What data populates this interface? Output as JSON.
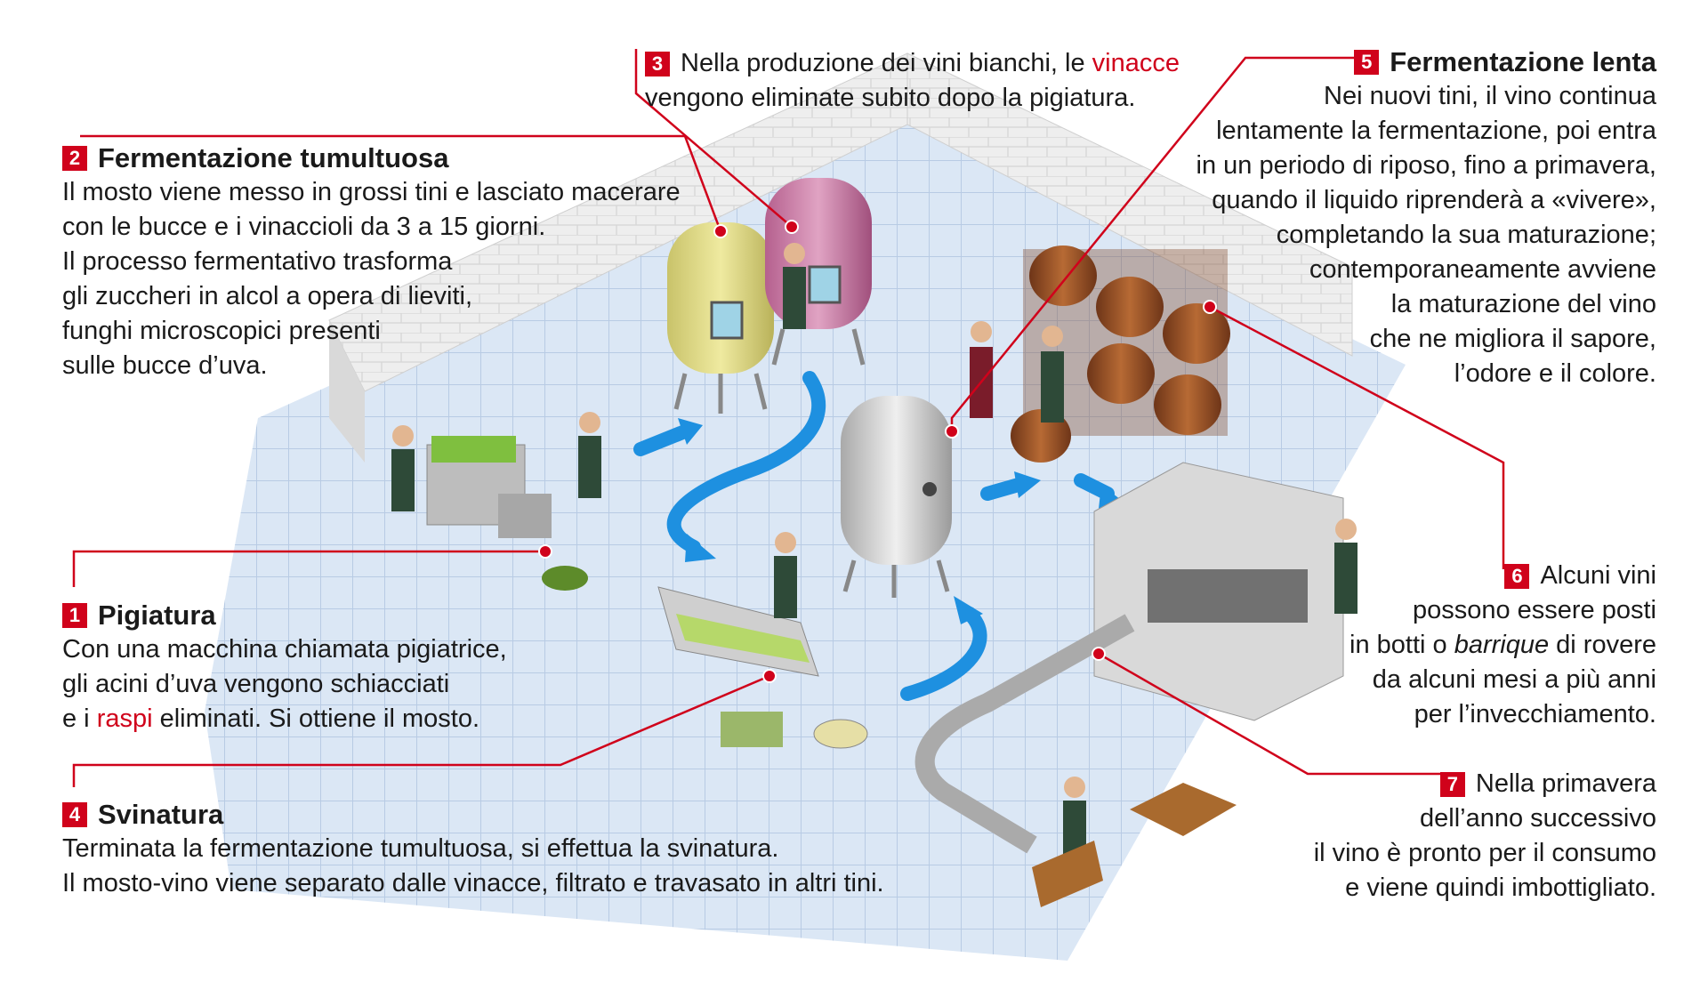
{
  "colors": {
    "accent": "#d0021b",
    "arrow": "#1e90e0",
    "floor": "#dbe7f5",
    "wall": "#ececec"
  },
  "callouts": {
    "c1": {
      "num": "1",
      "title": "Pigiatura",
      "lines": [
        "Con una macchina chiamata pigiatrice,",
        "gli acini d’uva vengono schiacciati"
      ],
      "l3a": "e i ",
      "l3b": "raspi",
      "l3c": " eliminati. Si ottiene il mosto."
    },
    "c2": {
      "num": "2",
      "title": "Fermentazione tumultuosa",
      "lines": [
        "Il mosto viene messo in grossi tini e lasciato macerare",
        "con le bucce e i vinaccioli da 3 a 15 giorni.",
        "Il processo fermentativo trasforma",
        "gli zuccheri in alcol a opera di lieviti,",
        "funghi microscopici presenti",
        "sulle bucce d’uva."
      ]
    },
    "c3": {
      "num": "3",
      "l1a": "Nella produzione dei vini bianchi, le ",
      "l1b": "vinacce",
      "l2": "vengono eliminate subito dopo la pigiatura."
    },
    "c4": {
      "num": "4",
      "title": "Svinatura",
      "lines": [
        "Terminata la fermentazione tumultuosa, si effettua la svinatura.",
        "Il mosto-vino viene separato dalle vinacce, filtrato e travasato in altri tini."
      ]
    },
    "c5": {
      "num": "5",
      "title": "Fermentazione lenta",
      "lines": [
        "Nei nuovi tini, il vino continua",
        "lentamente la fermentazione, poi entra",
        "in un periodo di riposo, fino a primavera,",
        "quando il liquido riprenderà a «vivere»,",
        "completando la sua maturazione;",
        "contemporaneamente avviene",
        "la maturazione del vino",
        "che ne migliora il sapore,",
        "l’odore e il colore."
      ]
    },
    "c6": {
      "num": "6",
      "first": "Alcuni vini",
      "l2": "possono essere posti",
      "l3a": "in botti o ",
      "l3b": "barrique",
      "l3c": " di rovere",
      "l4": "da alcuni mesi a più anni",
      "l5": "per l’invecchiamento."
    },
    "c7": {
      "num": "7",
      "first": "Nella primavera",
      "lines": [
        "dell’anno successivo",
        "il vino è pronto per il consumo",
        "e viene quindi imbottigliato."
      ]
    }
  }
}
